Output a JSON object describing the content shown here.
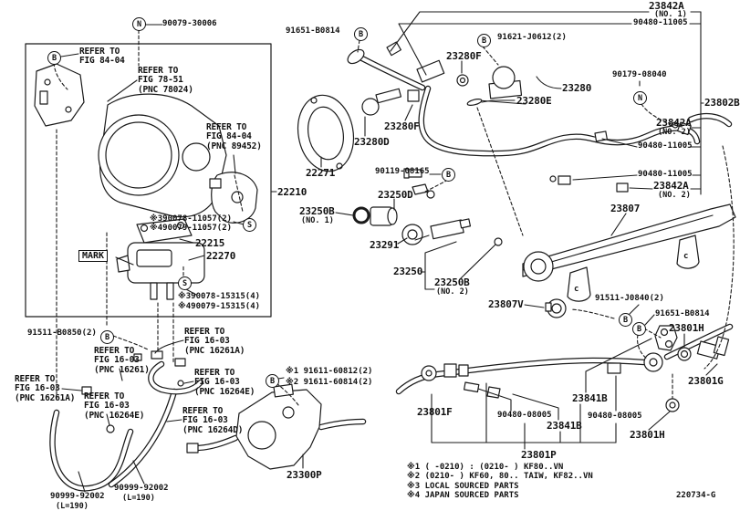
{
  "figure_code": "220734-G",
  "circles": {
    "b": "B",
    "n": "N",
    "s": "S"
  },
  "labels": {
    "mark": "MARK",
    "rail_c": "c",
    "l22210": "22210",
    "l22271": "22271",
    "l22215": "22215",
    "l22270": "22270",
    "l23280": "23280",
    "l23280d": "23280D",
    "l23280e": "23280E",
    "l23280f_top": "23280F",
    "l23280f_mid": "23280F",
    "l23250d": "23250D",
    "l23250b1": "23250B",
    "l23250b1_no": "(NO. 1)",
    "l23291": "23291",
    "l23250": "23250",
    "l23250b2": "23250B",
    "l23250b2_no": "(NO. 2)",
    "l23807": "23807",
    "l23807v": "23807V",
    "l23802b": "23802B",
    "l23842a1": "23842A",
    "l23842a1_no": "(NO. 1)",
    "l23842a2": "23842A",
    "l23842a2_no": "(NO. 2)",
    "l23842a3": "23842A",
    "l23842a3_no": "(NO. 2)",
    "l23801h1": "23801H",
    "l23801g": "23801G",
    "l23801f": "23801F",
    "l23841b1": "23841B",
    "l23841b2": "23841B",
    "l23801h2": "23801H",
    "l23801p": "23801P",
    "l23300p": "23300P",
    "h90079": "90079-30006",
    "h91651a": "91651-B0814",
    "h91621": "91621-J0612(2)",
    "h90480a": "90480-11005",
    "h90179": "90179-08040",
    "h90480b": "90480-11005",
    "h90119": "90119-08165",
    "h90480c": "90480-11005",
    "h91511b": "91511-B0850(2)",
    "h91511j": "91511-J0840(2)",
    "h91651b": "91651-B0814",
    "h90480d": "90480-08005",
    "h90480e": "90480-08005",
    "h90999a": "90999-92002",
    "h90999a_len": "(L=190)",
    "h90999b": "90999-92002",
    "h90999b_len": "(L=190)",
    "n91611a": "※1 91611-60812(2)",
    "n91611b": "※2 91611-60814(2)",
    "s11057a": "※390078-11057(2)",
    "s11057b": "※490079-11057(2)",
    "s15315a": "※390078-15315(4)",
    "s15315b": "※490079-15315(4)",
    "r8404a": "REFER TO\nFIG 84-04",
    "r7851": "REFER TO\nFIG 78-51\n(PNC 78024)",
    "r8404b": "REFER TO\nFIG 84-04\n(PNC 89452)",
    "r16261a_r": "REFER TO\nFIG 16-03\n(PNC 16261A)",
    "r16261": "REFER TO\nFIG 16-03\n(PNC 16261)",
    "r16261a_l": "REFER TO\nFIG 16-03\n(PNC 16261A)",
    "r16264e_r": "REFER TO\nFIG 16-03\n(PNC 16264E)",
    "r16264e_c": "REFER TO\nFIG 16-03\n(PNC 16264E)",
    "r16264d": "REFER TO\nFIG 16-03\n(PNC 16264D)",
    "f1": "※1 (    -0210) : (0210-    ) KF80..VN",
    "f2": "※2 (0210-    ) KF60, 80.. TAIW, KF82..VN",
    "f3": "※3 LOCAL SOURCED PARTS",
    "f4": "※4 JAPAN SOURCED PARTS"
  }
}
